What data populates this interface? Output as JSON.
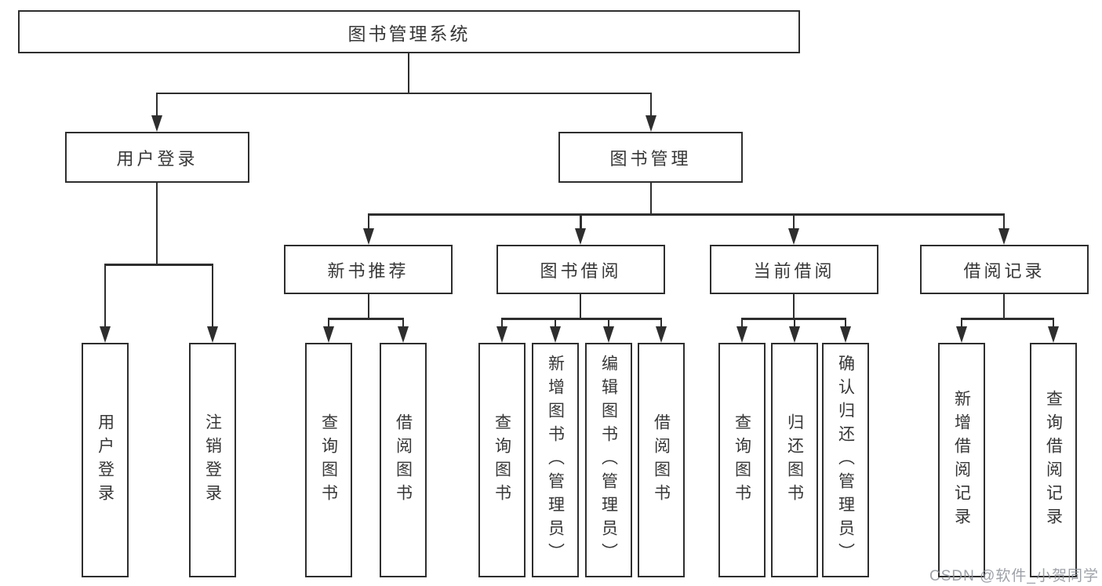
{
  "title": "图书管理系统",
  "nodes": {
    "root": "图书管理系统",
    "level2": {
      "user_login": "用户登录",
      "book_management": "图书管理"
    },
    "level3": {
      "new_book_recommend": "新书推荐",
      "book_borrowing": "图书借阅",
      "current_borrowing": "当前借阅",
      "borrowing_records": "借阅记录"
    },
    "leaves": {
      "a1": "用户登录",
      "a2": "注销登录",
      "b1": "查询图书",
      "b2": "借阅图书",
      "c1": "查询图书",
      "c2": "新增图书（管理员）",
      "c3": "编辑图书（管理员）",
      "c4": "借阅图书",
      "d1": "查询图书",
      "d2": "归还图书",
      "d3": "确认归还（管理员）",
      "e1": "新增借阅记录",
      "e2": "查询借阅记录"
    }
  },
  "hierarchy": {
    "图书管理系统": {
      "用户登录": [
        "用户登录",
        "注销登录"
      ],
      "图书管理": {
        "新书推荐": [
          "查询图书",
          "借阅图书"
        ],
        "图书借阅": [
          "查询图书",
          "新增图书（管理员）",
          "编辑图书（管理员）",
          "借阅图书"
        ],
        "当前借阅": [
          "查询图书",
          "归还图书",
          "确认归还（管理员）"
        ],
        "借阅记录": [
          "新增借阅记录",
          "查询借阅记录"
        ]
      }
    }
  },
  "watermark": "CSDN @软件_小贺同学",
  "colors": {
    "line": "#2e2e2e",
    "text": "#373737",
    "background": "#ffffff",
    "watermark": "#8c9098"
  }
}
